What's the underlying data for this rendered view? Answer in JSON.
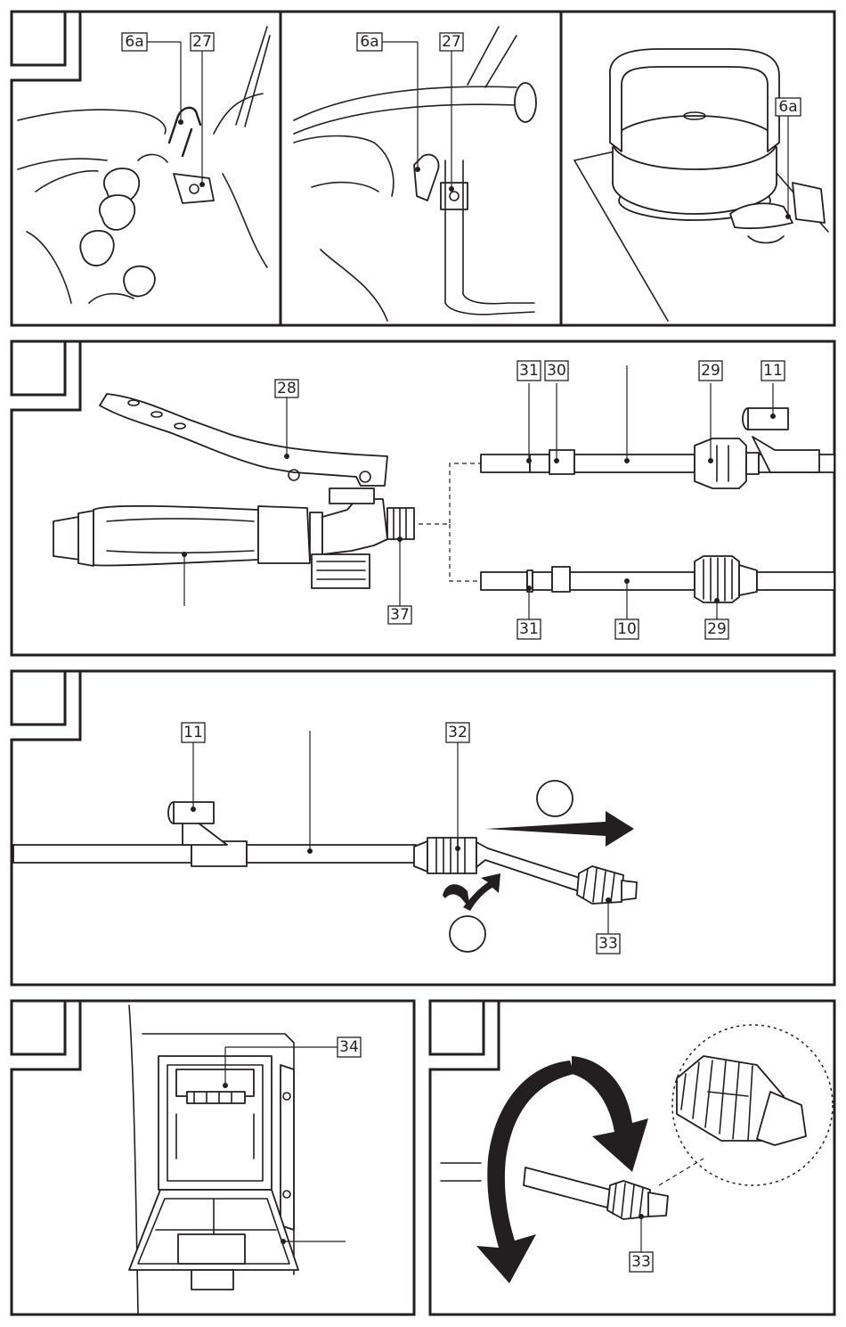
{
  "figure": {
    "step1": {
      "left_labels": [
        "6a",
        "27"
      ],
      "middle_labels": [
        "6a",
        "27"
      ],
      "right_labels": [
        "6a"
      ]
    },
    "step2": {
      "handle_label": "28",
      "connector_label": "37",
      "top_tube_labels": [
        "31",
        "30",
        "29",
        "11"
      ],
      "bottom_tube_labels": [
        "31",
        "10",
        "29"
      ]
    },
    "step3": {
      "labels": [
        "11",
        "32",
        "33"
      ]
    },
    "step4": {
      "labels": [
        "34"
      ]
    },
    "step5": {
      "labels": [
        "33"
      ]
    }
  },
  "colors": {
    "ink": "#231f20",
    "paper": "#ffffff"
  }
}
